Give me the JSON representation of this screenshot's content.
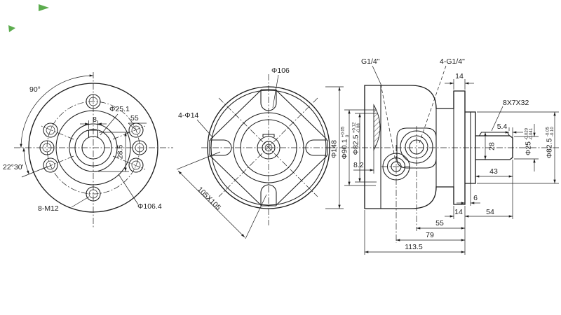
{
  "drawing": {
    "line_color": "#1c1c1c",
    "background": "#ffffff",
    "artifact_color": "#3f9e2f",
    "flange_view": {
      "angle_90": "90°",
      "shaft_bore": "Φ25.1",
      "keyway_width": "8",
      "dim_55": "55",
      "keyway_depth": "28.5",
      "angle_22_30": "22°30'",
      "bolt_holes": "8-M12",
      "spigot_dia": "Φ106.4"
    },
    "face_view": {
      "pilot_dia": "Φ106",
      "mount_holes": "4-Φ14",
      "bolt_square": "105X105"
    },
    "side_view": {
      "rear_port": "G1/4\"",
      "main_ports": "4-G1/4\"",
      "flange_w_top": "14",
      "key_spec": "8X7X32",
      "key_end": "5.4",
      "flange_dia": "Φ148",
      "rear_spigot": "Φ90.1",
      "rear_spigot_sup": "+0.05",
      "rear_spigot_sub": "0",
      "rear_bore": "Φ82.5",
      "rear_bore_sup": "+0.12",
      "rear_bore_sub": "-0.08",
      "port_depth": "8.2",
      "shaft_key_h": "28",
      "shaft_len": "43",
      "shaft_dia": "Φ25",
      "shaft_dia_sup": "-0.020",
      "shaft_dia_sub": "-0.041",
      "front_spigot": "Φ82.5",
      "front_spigot_sup": "-0.05",
      "front_spigot_sub": "-0.10",
      "spigot_step": "6",
      "flange_w_bottom": "14",
      "shaft_ext": "54",
      "port_offset": "55",
      "drain_offset": "79",
      "total_len": "113.5"
    }
  }
}
